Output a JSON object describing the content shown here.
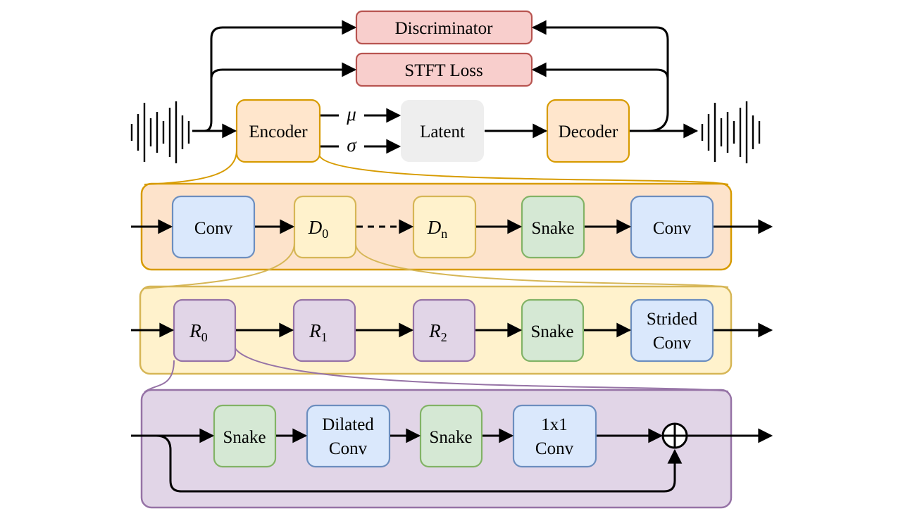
{
  "top": {
    "discriminator": "Discriminator",
    "stft_loss": "STFT Loss",
    "encoder": "Encoder",
    "latent": "Latent",
    "decoder": "Decoder",
    "mu": "μ",
    "sigma": "σ"
  },
  "encoder_row": {
    "conv_in": "Conv",
    "d0": {
      "base": "D",
      "sub": "0"
    },
    "dn": {
      "base": "D",
      "sub": "n"
    },
    "snake": "Snake",
    "conv_out": "Conv"
  },
  "block_row": {
    "r0": {
      "base": "R",
      "sub": "0"
    },
    "r1": {
      "base": "R",
      "sub": "1"
    },
    "r2": {
      "base": "R",
      "sub": "2"
    },
    "snake": "Snake",
    "strided_conv": [
      "Strided",
      "Conv"
    ]
  },
  "residual_row": {
    "snake1": "Snake",
    "dilated_conv": [
      "Dilated",
      "Conv"
    ],
    "snake2": "Snake",
    "conv1x1": [
      "1x1",
      "Conv"
    ]
  },
  "colors": {
    "loss_fill": "#f8cecc",
    "loss_stroke": "#b85450",
    "orange_fill": "#ffe6cc",
    "orange_stroke": "#d79b00",
    "latent_fill": "#eeeeee",
    "yellow_fill": "#fff2cc",
    "yellow_stroke": "#d6b656",
    "blue_fill": "#dae8fc",
    "blue_stroke": "#6c8ebf",
    "green_fill": "#d5e8d4",
    "green_stroke": "#82b366",
    "purple_fill": "#e1d5e7",
    "purple_stroke": "#9673a6"
  }
}
